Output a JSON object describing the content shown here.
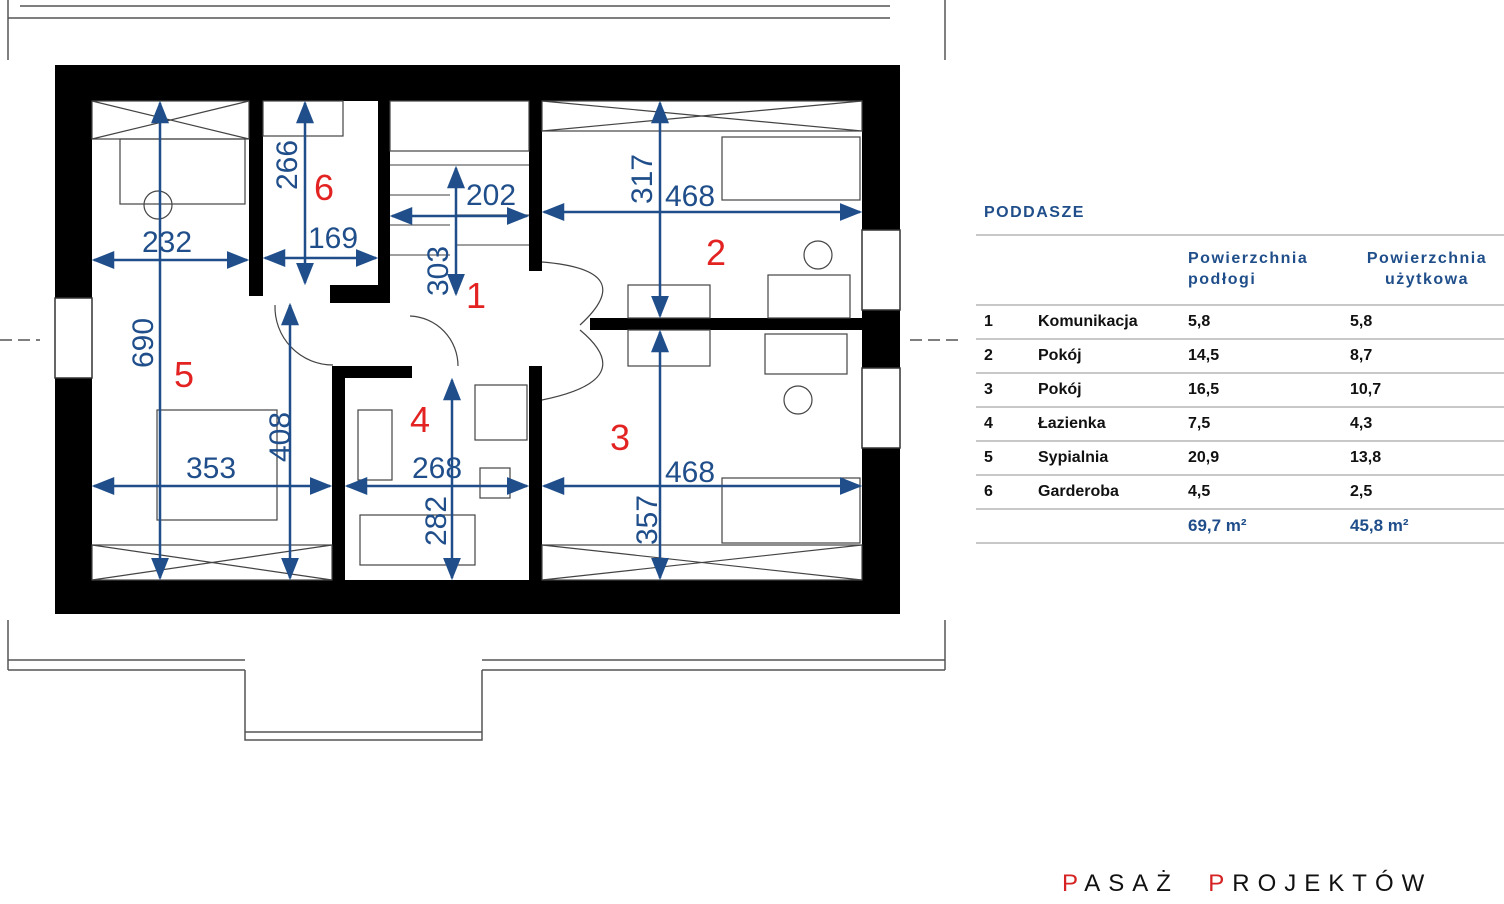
{
  "plan": {
    "room_labels": [
      "1",
      "2",
      "3",
      "4",
      "5",
      "6"
    ],
    "dimensions": [
      "232",
      "690",
      "266",
      "169",
      "202",
      "303",
      "317",
      "468",
      "468",
      "357",
      "353",
      "408",
      "268",
      "282"
    ]
  },
  "table": {
    "title": "PODDASZE",
    "header_floor_line1": "Powierzchnia",
    "header_floor_line2": "podłogi",
    "header_usable_line1": "Powierzchnia",
    "header_usable_line2": "użytkowa",
    "rows": [
      {
        "no": "1",
        "name": "Komunikacja",
        "floor": "5,8",
        "usable": "5,8"
      },
      {
        "no": "2",
        "name": "Pokój",
        "floor": "14,5",
        "usable": "8,7"
      },
      {
        "no": "3",
        "name": "Pokój",
        "floor": "16,5",
        "usable": "10,7"
      },
      {
        "no": "4",
        "name": "Łazienka",
        "floor": "7,5",
        "usable": "4,3"
      },
      {
        "no": "5",
        "name": "Sypialnia",
        "floor": "20,9",
        "usable": "13,8"
      },
      {
        "no": "6",
        "name": "Garderoba",
        "floor": "4,5",
        "usable": "2,5"
      }
    ],
    "total_floor": "69,7 m²",
    "total_usable": "45,8 m²"
  },
  "brand": {
    "p1": "P",
    "rest1": "ASAŻ",
    "p2": "P",
    "rest2": "ROJEKTÓW"
  },
  "colors": {
    "dimension": "#1f4e8a",
    "room_number": "#e32222",
    "wall": "#000000",
    "brand_accent": "#d62222"
  }
}
